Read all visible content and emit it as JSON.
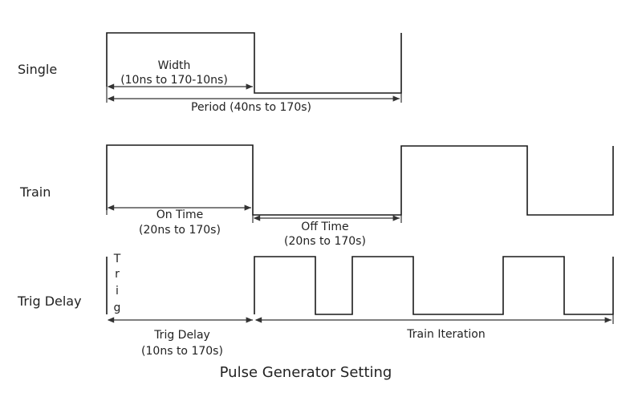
{
  "rows": {
    "single": {
      "label": "Single",
      "width_line1": "Width",
      "width_line2": "(10ns to 170-10ns)",
      "period": "Period (40ns to 170s)"
    },
    "train": {
      "label": "Train",
      "on_line1": "On Time",
      "on_line2": "(20ns to 170s)",
      "off_line1": "Off Time",
      "off_line2": "(20ns to 170s)"
    },
    "trig_delay": {
      "label": "Trig Delay",
      "trig_vertical": [
        "T",
        "r",
        "i",
        "g"
      ],
      "delay_line1": "Trig Delay",
      "delay_line2": "(10ns to 170s)",
      "iteration": "Train Iteration"
    }
  },
  "caption": "Pulse Generator Setting"
}
